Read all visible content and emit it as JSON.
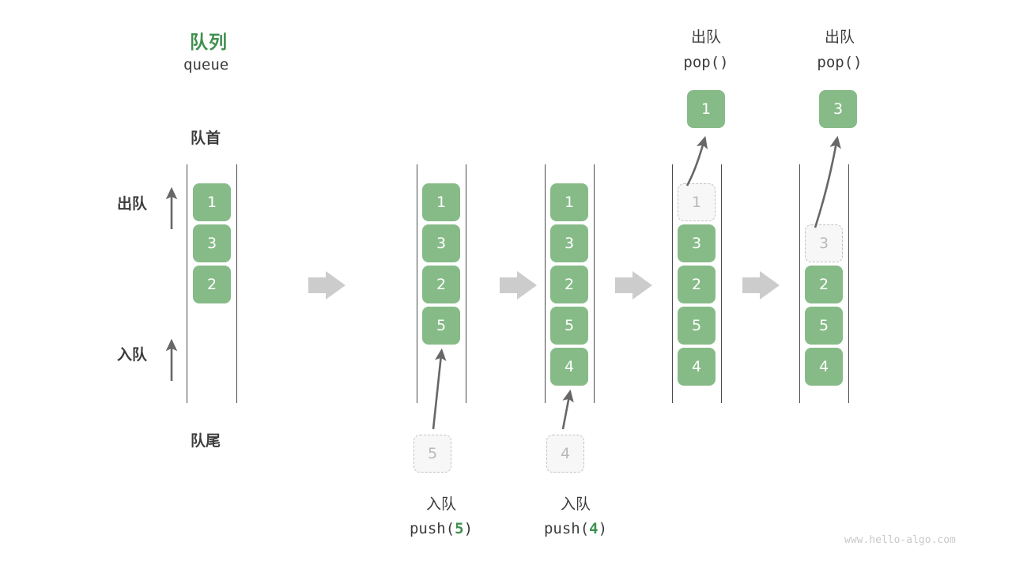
{
  "meta": {
    "watermark": "www.hello-algo.com",
    "accent_green": "#3f8f4f",
    "cell_green": "#86bb88",
    "ghost_gray": "#b9b9b9",
    "arrow_gray": "#cccccc",
    "text_dark": "#3c3c3c"
  },
  "header": {
    "title_cn": "队列",
    "title_en": "queue"
  },
  "labels": {
    "front": "队首",
    "rear": "队尾",
    "dequeue": "出队",
    "enqueue": "入队"
  },
  "chart_data": {
    "type": "diagram",
    "title": "队列 queue",
    "description": "Queue operations: push(5), push(4), pop(), pop()",
    "stages": [
      {
        "id": "stage-1",
        "caption_top_cn": "",
        "caption_top_code": "",
        "caption_bottom_cn": "",
        "caption_bottom_code": "",
        "cells": [
          {
            "value": "1",
            "state": "filled"
          },
          {
            "value": "3",
            "state": "filled"
          },
          {
            "value": "2",
            "state": "filled"
          }
        ],
        "detached_top": null,
        "detached_bottom": null
      },
      {
        "id": "stage-2",
        "caption_top_cn": "",
        "caption_top_code": "",
        "caption_bottom_cn": "入队",
        "caption_bottom_code_prefix": "push(",
        "caption_bottom_code_num": "5",
        "caption_bottom_code_suffix": ")",
        "cells": [
          {
            "value": "1",
            "state": "filled"
          },
          {
            "value": "3",
            "state": "filled"
          },
          {
            "value": "2",
            "state": "filled"
          },
          {
            "value": "5",
            "state": "filled"
          }
        ],
        "detached_top": null,
        "detached_bottom": {
          "value": "5",
          "state": "ghost"
        }
      },
      {
        "id": "stage-3",
        "caption_top_cn": "",
        "caption_top_code": "",
        "caption_bottom_cn": "入队",
        "caption_bottom_code_prefix": "push(",
        "caption_bottom_code_num": "4",
        "caption_bottom_code_suffix": ")",
        "cells": [
          {
            "value": "1",
            "state": "filled"
          },
          {
            "value": "3",
            "state": "filled"
          },
          {
            "value": "2",
            "state": "filled"
          },
          {
            "value": "5",
            "state": "filled"
          },
          {
            "value": "4",
            "state": "filled"
          }
        ],
        "detached_top": null,
        "detached_bottom": {
          "value": "4",
          "state": "ghost"
        }
      },
      {
        "id": "stage-4",
        "caption_top_cn": "出队",
        "caption_top_code": "pop()",
        "caption_bottom_cn": "",
        "caption_bottom_code": "",
        "cells": [
          {
            "value": "1",
            "state": "ghost"
          },
          {
            "value": "3",
            "state": "filled"
          },
          {
            "value": "2",
            "state": "filled"
          },
          {
            "value": "5",
            "state": "filled"
          },
          {
            "value": "4",
            "state": "filled"
          }
        ],
        "detached_top": {
          "value": "1",
          "state": "filled"
        },
        "detached_bottom": null
      },
      {
        "id": "stage-5",
        "caption_top_cn": "出队",
        "caption_top_code": "pop()",
        "caption_bottom_cn": "",
        "caption_bottom_code": "",
        "cells": [
          {
            "value": "",
            "state": "empty"
          },
          {
            "value": "3",
            "state": "ghost"
          },
          {
            "value": "2",
            "state": "filled"
          },
          {
            "value": "5",
            "state": "filled"
          },
          {
            "value": "4",
            "state": "filled"
          }
        ],
        "detached_top": {
          "value": "3",
          "state": "filled"
        },
        "detached_bottom": null
      }
    ],
    "flow_arrows": 4
  }
}
